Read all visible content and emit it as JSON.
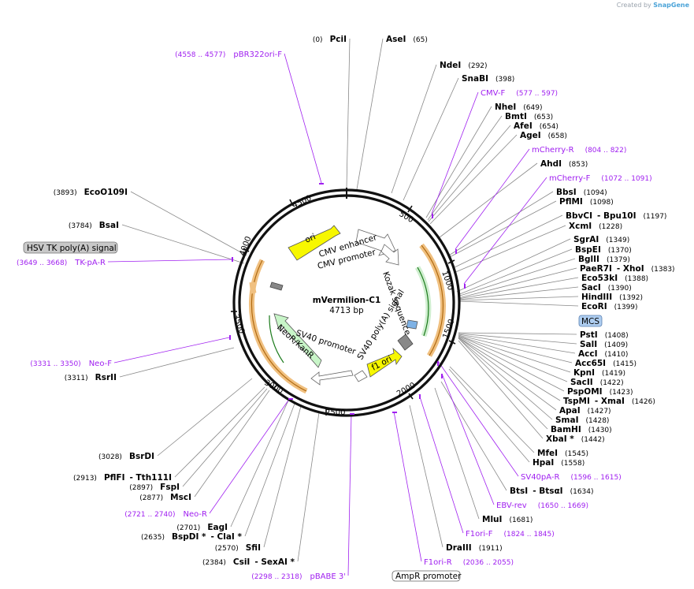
{
  "created_by": "Created by",
  "brand": "SnapGene",
  "plasmid": {
    "name": "mVermilion-C1",
    "size": "4713 bp"
  },
  "ticks": [
    "500",
    "1000",
    "1500",
    "2000",
    "2500",
    "3000",
    "3500",
    "4000",
    "4500"
  ],
  "inner_features": [
    "ori",
    "CMV enhancer",
    "CMV promoter",
    "Kozak sequence",
    "SV40 poly(A) signal",
    "f1 ori",
    "SV40 promoter",
    "NeoR/KanR"
  ],
  "enzymes": [
    {
      "pos": "(0)",
      "name": "PciI"
    },
    {
      "name": "AseI",
      "pos": "(65)"
    },
    {
      "name": "NdeI",
      "pos": "(292)"
    },
    {
      "name": "SnaBI",
      "pos": "(398)"
    },
    {
      "name": "NheI",
      "pos": "(649)"
    },
    {
      "name": "BmtI",
      "pos": "(653)"
    },
    {
      "name": "AfeI",
      "pos": "(654)"
    },
    {
      "name": "AgeI",
      "pos": "(658)"
    },
    {
      "name": "AhdI",
      "pos": "(853)"
    },
    {
      "name": "BbsI",
      "pos": "(1094)"
    },
    {
      "name": "PflMI",
      "pos": "(1098)"
    },
    {
      "name": "BbvCI",
      "name2": "Bpu10I",
      "pos": "(1197)"
    },
    {
      "name": "XcmI",
      "pos": "(1228)"
    },
    {
      "name": "SgrAI",
      "pos": "(1349)"
    },
    {
      "name": "BspEI",
      "pos": "(1370)"
    },
    {
      "name": "BglII",
      "pos": "(1379)"
    },
    {
      "name": "PaeR7I",
      "name2": "XhoI",
      "pos": "(1383)"
    },
    {
      "name": "Eco53kI",
      "pos": "(1388)"
    },
    {
      "name": "SacI",
      "pos": "(1390)"
    },
    {
      "name": "HindIII",
      "pos": "(1392)"
    },
    {
      "name": "EcoRI",
      "pos": "(1399)"
    },
    {
      "name": "PstI",
      "pos": "(1408)"
    },
    {
      "name": "SalI",
      "pos": "(1409)"
    },
    {
      "name": "AccI",
      "pos": "(1410)"
    },
    {
      "name": "Acc65I",
      "pos": "(1415)"
    },
    {
      "name": "KpnI",
      "pos": "(1419)"
    },
    {
      "name": "SacII",
      "pos": "(1422)"
    },
    {
      "name": "PspOMI",
      "pos": "(1423)"
    },
    {
      "name": "TspMI",
      "name2": "XmaI",
      "pos": "(1426)"
    },
    {
      "name": "ApaI",
      "pos": "(1427)"
    },
    {
      "name": "SmaI",
      "pos": "(1428)"
    },
    {
      "name": "BamHI",
      "pos": "(1430)"
    },
    {
      "name": "XbaI *",
      "pos": "(1442)"
    },
    {
      "name": "MfeI",
      "pos": "(1545)"
    },
    {
      "name": "HpaI",
      "pos": "(1558)"
    },
    {
      "name": "BtsI",
      "name2": "BtsαI",
      "pos": "(1634)"
    },
    {
      "name": "MluI",
      "pos": "(1681)"
    },
    {
      "name": "DraIII",
      "pos": "(1911)"
    },
    {
      "pos": "(2384)",
      "name": "CsiI",
      "name2": "SexAI *"
    },
    {
      "pos": "(2570)",
      "name": "SfiI"
    },
    {
      "pos": "(2635)",
      "name": "BspDI *",
      "name2": "ClaI *"
    },
    {
      "pos": "(2701)",
      "name": "EagI"
    },
    {
      "pos": "(2877)",
      "name": "MscI"
    },
    {
      "pos": "(2897)",
      "name": "FspI"
    },
    {
      "pos": "(2913)",
      "name": "PflFI",
      "name2": "Tth111I"
    },
    {
      "pos": "(3028)",
      "name": "BsrDI"
    },
    {
      "pos": "(3311)",
      "name": "RsrII"
    },
    {
      "pos": "(3784)",
      "name": "BsaI"
    },
    {
      "pos": "(3893)",
      "name": "EcoO109I"
    }
  ],
  "primers": [
    {
      "range": "(4558 .. 4577)",
      "name": "pBR322ori-F"
    },
    {
      "name": "CMV-F",
      "range": "(577 .. 597)"
    },
    {
      "name": "mCherry-R",
      "range": "(804 .. 822)"
    },
    {
      "name": "mCherry-F",
      "range": "(1072 .. 1091)"
    },
    {
      "name": "SV40pA-R",
      "range": "(1596 .. 1615)"
    },
    {
      "name": "EBV-rev",
      "range": "(1650 .. 1669)"
    },
    {
      "name": "F1ori-F",
      "range": "(1824 .. 1845)"
    },
    {
      "name": "F1ori-R",
      "range": "(2036 .. 2055)"
    },
    {
      "range": "(2298 .. 2318)",
      "name": "pBABE 3'"
    },
    {
      "range": "(2721 .. 2740)",
      "name": "Neo-R"
    },
    {
      "range": "(3331 .. 3350)",
      "name": "Neo-F"
    },
    {
      "range": "(3649 .. 3668)",
      "name": "TK-pA-R"
    }
  ],
  "boxed_labels": [
    "HSV TK poly(A) signal",
    "MCS",
    "AmpR promoter"
  ],
  "colors": {
    "primer": "#a020f0",
    "ori": "#f7f700",
    "promoter": "#ffffff",
    "neo": "#c8f5c8",
    "orange_arrow": "#f0b060",
    "green_arrow": "#2a9a2a",
    "mcs_box": "#aecdf0"
  }
}
